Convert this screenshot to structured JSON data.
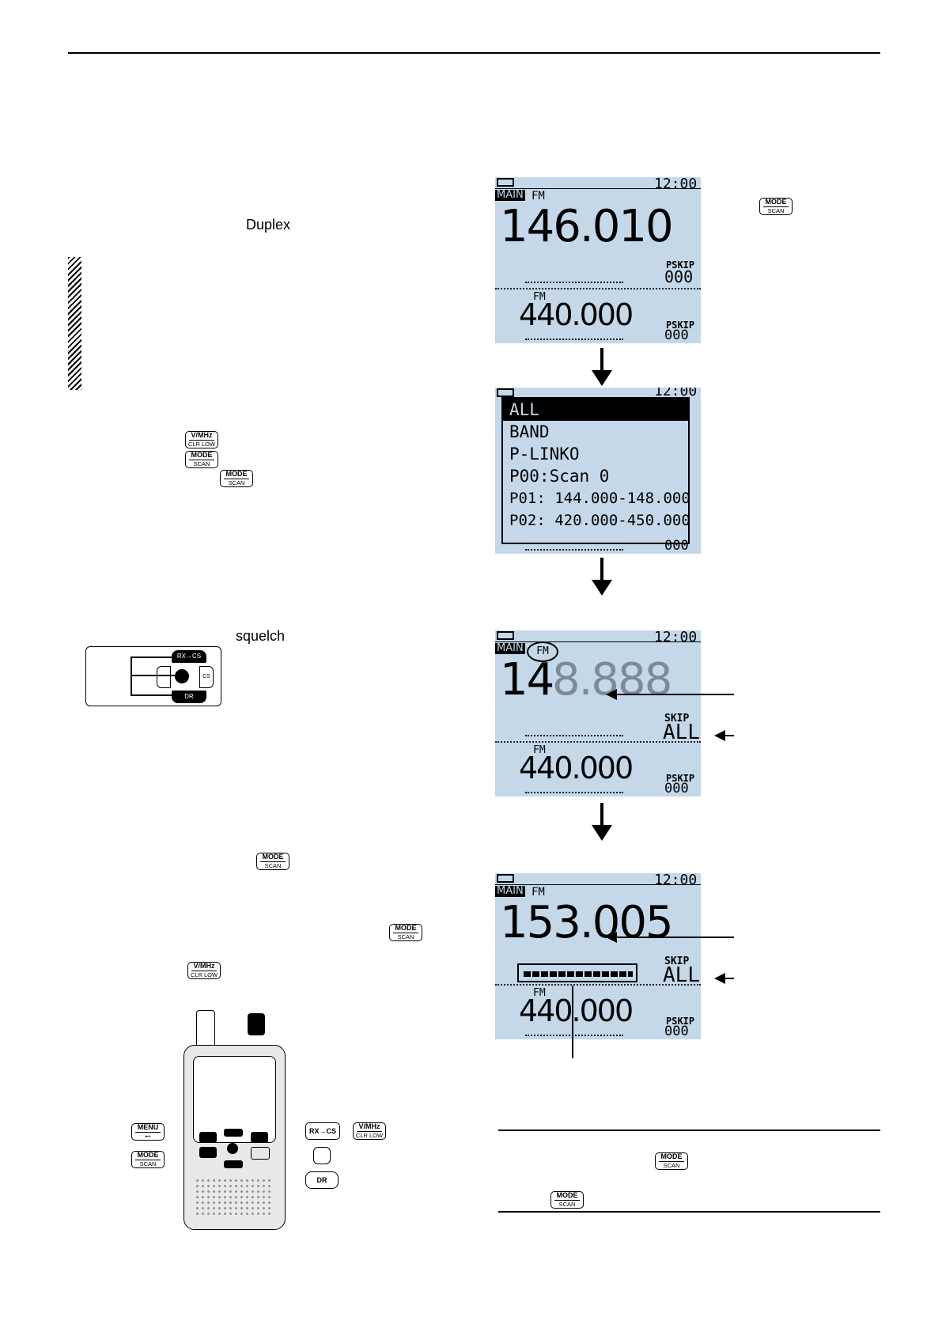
{
  "text": {
    "duplex": "Duplex",
    "squelch": "squelch"
  },
  "keys": {
    "mode": {
      "top": "MODE",
      "bottom": "SCAN"
    },
    "vmhz": {
      "top": "V/MHz",
      "bottom": "CLR LOW"
    },
    "menu": {
      "top": "MENU",
      "bottom": "⊷"
    },
    "rxcs": "RX→CS",
    "dr": "DR",
    "cs": "CS"
  },
  "lcd1": {
    "time": "12:00",
    "main": "MAIN",
    "mode": "FM",
    "freq": "146.010",
    "pskip": "PSKIP",
    "pskip_val": "000",
    "sub_mode": "FM",
    "sub_freq": "440.000",
    "sub_pskip": "PSKIP",
    "sub_pskip_val": "000"
  },
  "lcd2": {
    "time": "12:00",
    "items": [
      "ALL",
      "BAND",
      "P-LINKO",
      "P00:Scan 0",
      "P01: 144.000-148.000",
      "P02: 420.000-450.000"
    ],
    "bottom_val": "000"
  },
  "lcd3": {
    "time": "12:00",
    "main": "MAIN",
    "mode": "FM",
    "freq_a": "14",
    "freq_b": "8.888",
    "skip": "SKIP",
    "all": "ALL",
    "sub_mode": "FM",
    "sub_freq": "440.000",
    "sub_pskip": "PSKIP",
    "sub_pskip_val": "000"
  },
  "lcd4": {
    "time": "12:00",
    "main": "MAIN",
    "mode": "FM",
    "freq": "153.005",
    "skip": "SKIP",
    "all": "ALL",
    "sub_mode": "FM",
    "sub_freq": "440.000",
    "sub_pskip": "PSKIP",
    "sub_pskip_val": "000"
  }
}
